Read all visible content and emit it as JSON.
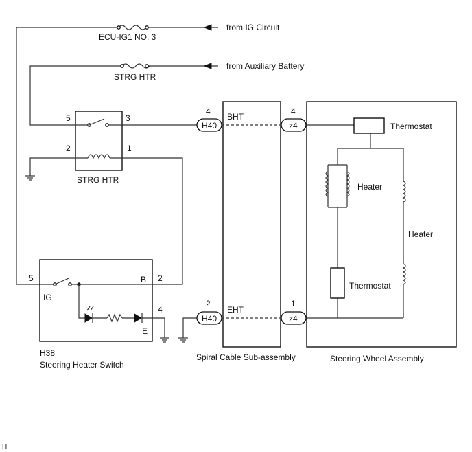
{
  "sources": {
    "ig": {
      "fuse": "ECU-IG1 NO. 3",
      "label": "from IG Circuit"
    },
    "aux": {
      "fuse": "STRG HTR",
      "label": "from Auxiliary Battery"
    }
  },
  "relay": {
    "name": "STRG HTR",
    "pins": {
      "p5": "5",
      "p3": "3",
      "p2": "2",
      "p1": "1"
    }
  },
  "switch": {
    "code": "H38",
    "name": "Steering Heater Switch",
    "pins": {
      "p5": "5",
      "p2": "2",
      "p4": "4"
    },
    "terminals": {
      "ig": "IG",
      "b": "B",
      "e": "E"
    }
  },
  "connectors": {
    "h40_top": {
      "label": "H40",
      "pin": "4"
    },
    "h40_bot": {
      "label": "H40",
      "pin": "2"
    },
    "z4_top": {
      "label": "z4",
      "pin": "4"
    },
    "z4_bot": {
      "label": "z4",
      "pin": "1"
    }
  },
  "spiral_cable": {
    "name": "Spiral Cable Sub-assembly",
    "signals": {
      "top": "BHT",
      "bottom": "EHT"
    }
  },
  "steering_wheel": {
    "name": "Steering Wheel Assembly",
    "thermostat_top": "Thermostat",
    "heater_left": "Heater",
    "heater_right": "Heater",
    "thermostat_bottom": "Thermostat"
  },
  "footer_mark": "H"
}
